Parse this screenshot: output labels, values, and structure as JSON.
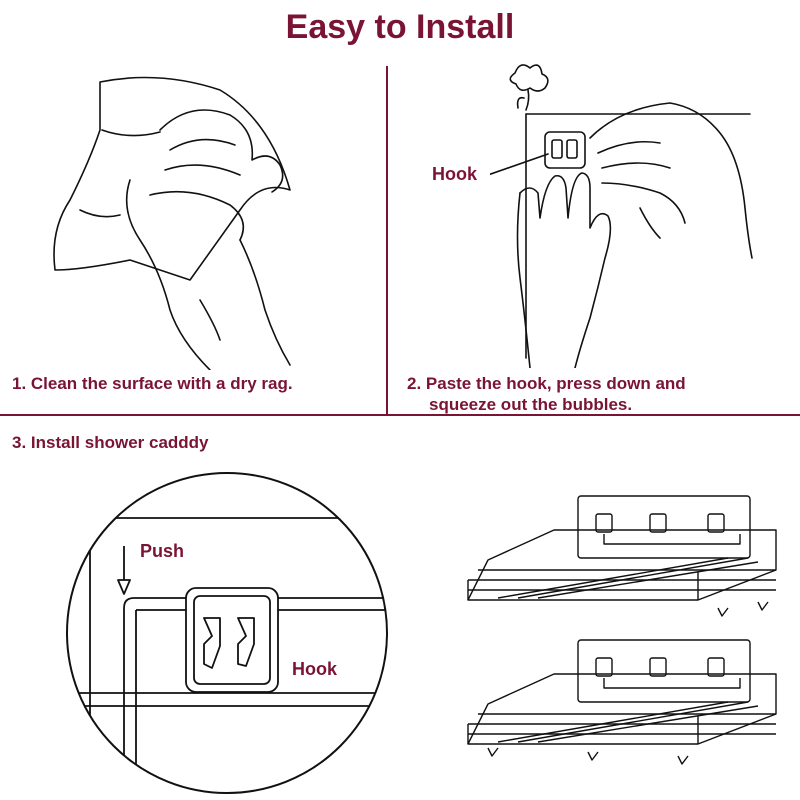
{
  "title": "Easy to Install",
  "steps": {
    "step1": "1. Clean the surface with a dry rag.",
    "step2_line1": "2. Paste the hook, press down and",
    "step2_line2": "squeeze out the bubbles.",
    "step3": "3. Install shower cadddy"
  },
  "labels": {
    "hook_top": "Hook",
    "push": "Push",
    "hook_zoom": "Hook"
  },
  "colors": {
    "accent": "#7a1434",
    "line_art": "#111111"
  }
}
